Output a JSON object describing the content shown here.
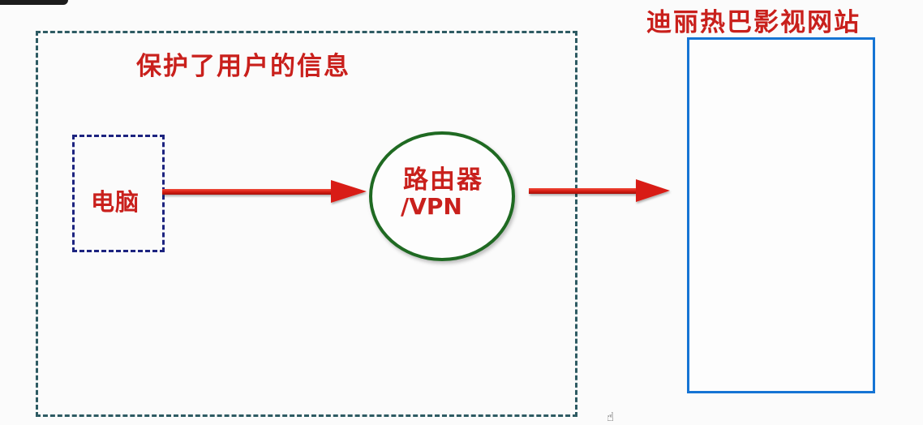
{
  "diagram": {
    "zone_title": "保护了用户的信息",
    "pc_label": "电脑",
    "router_line1": "路由器",
    "router_line2": "/VPN",
    "site_title": "迪丽热巴影视网站"
  },
  "colors": {
    "label_red": "#c9201c",
    "zone_border": "#2e5b63",
    "pc_border": "#1c237f",
    "router_border": "#1f6a22",
    "site_border": "#1574d4",
    "arrow_red": "#d81e14"
  },
  "icons": {
    "cursor": "hand-pointer-icon"
  }
}
